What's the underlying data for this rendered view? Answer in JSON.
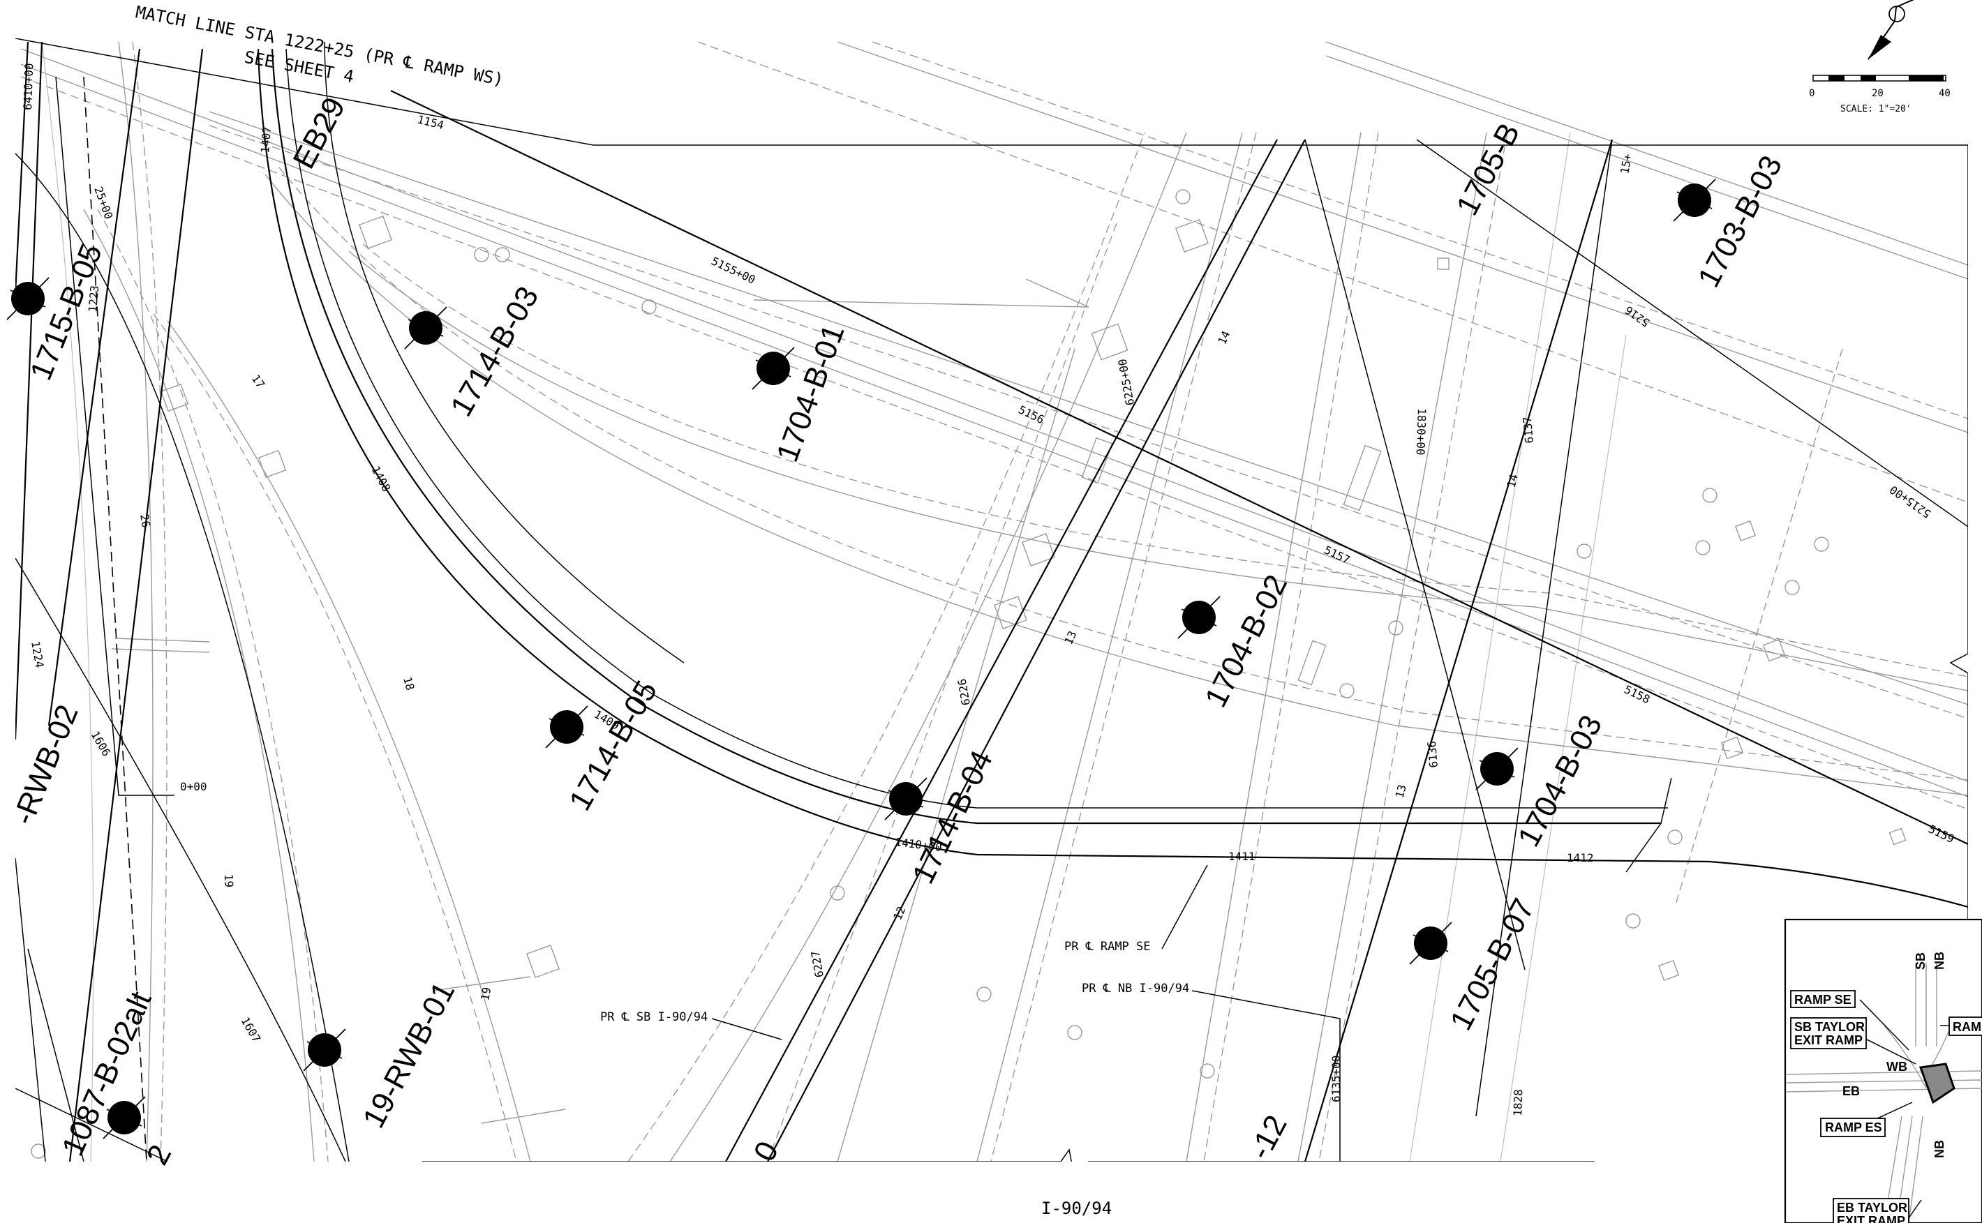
{
  "match_line": {
    "line1": "MATCH LINE STA 1222+25 (PR ℄ RAMP WS)",
    "line2": "SEE SHEET 4"
  },
  "scale": {
    "ticks": [
      "0",
      "20",
      "40"
    ],
    "label": "SCALE: 1\"=20'"
  },
  "bottom_label": "I-90/94",
  "borings": [
    {
      "id": "1715-B-05"
    },
    {
      "id": "1714-B-03"
    },
    {
      "id": "1704-B-01"
    },
    {
      "id": "1703-B-03"
    },
    {
      "id": "1704-B-02"
    },
    {
      "id": "1714-B-05"
    },
    {
      "id": "1714-B-04"
    },
    {
      "id": "1704-B-03"
    },
    {
      "id": "1705-B-07"
    },
    {
      "id": "19-RWB-01"
    },
    {
      "id": "1087-B-02alt"
    }
  ],
  "partial_labels": {
    "eb": "EB29",
    "rwb02": "-RWB-02",
    "b1705": "1705-B",
    "c12": "-12",
    "tail_o": "0",
    "tail_2": "2"
  },
  "callouts": {
    "ramp_se": "PR ℄ RAMP SE",
    "nb_i9094": "PR ℄ NB I-90/94",
    "sb_i9094": "PR ℄ SB I-90/94"
  },
  "stations": {
    "s5155": "5155+00",
    "s5156": "5156",
    "s5157": "5157",
    "s5158": "5158",
    "s5159": "5159",
    "s5215": "5215+00",
    "s5216": "5216",
    "s1407": "1407",
    "s1408": "1408",
    "s1409": "1409",
    "s1410": "1410+00",
    "s1411": "1411",
    "s1412": "1412",
    "s1154": "1154",
    "s6410": "6410+00",
    "s25": "25+00",
    "s1223": "1223",
    "s1224": "1224",
    "s1606": "1606",
    "s1607": "1607",
    "s0": "0+00",
    "s17": "17",
    "s18": "18",
    "s19": "19",
    "s19b": "19",
    "s26": "26",
    "s6225": "6225+00",
    "s6226": "6226",
    "s6227": "6227",
    "s12": "12",
    "s13": "13",
    "s13b": "13",
    "s14": "14",
    "s14b": "14",
    "s1830": "1830+00",
    "s6135": "6135+00",
    "s6136": "6136",
    "s6137": "6137",
    "s1828": "1828",
    "s15": "15+"
  },
  "inset": {
    "ramp_se": "RAMP SE",
    "sb_taylor1": "SB TAYLOR",
    "sb_taylor2": "EXIT RAMP",
    "ramp_partial": "RAMP",
    "wb": "WB",
    "eb": "EB",
    "sb": "SB",
    "nb": "NB",
    "nb2": "NB",
    "ramp_es": "RAMP ES",
    "eb_taylor1": "EB TAYLOR",
    "eb_taylor2": "EXIT RAMP"
  }
}
